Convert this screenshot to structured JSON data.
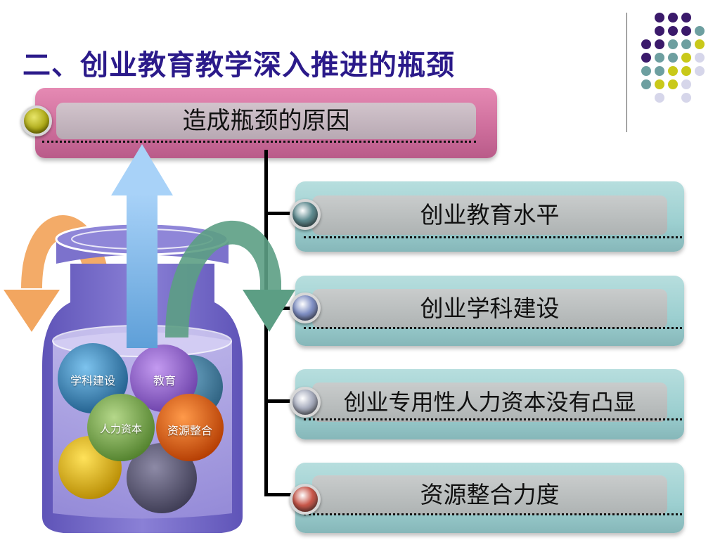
{
  "title": "二、创业教育教学深入推进的瓶颈",
  "header": {
    "label": "造成瓶颈的原因"
  },
  "reasons": [
    {
      "label": "创业教育水平",
      "bullet_color": "#5d8a8f"
    },
    {
      "label": "创业学科建设",
      "bullet_color": "#7f8fc4"
    },
    {
      "label": "创业专用性人力资本没有凸显",
      "bullet_color": "#a9aebf"
    },
    {
      "label": "资源整合力度",
      "bullet_color": "#c9574a"
    }
  ],
  "jar_balls": [
    {
      "label": "学科建设",
      "color": "#3d8fc4"
    },
    {
      "label": "教育",
      "color": "#9b6bd0"
    },
    {
      "label": "人力资本",
      "color": "#7dab4e"
    },
    {
      "label": "资源整合",
      "color": "#e65a0c"
    }
  ],
  "colors": {
    "title": "#2b1a8a",
    "header_box": "#d77aa6",
    "reason_box": "#9ccfd0",
    "deco_purple": "#3b1a6b",
    "deco_teal": "#6d9fa0",
    "deco_yellow": "#c9c91a",
    "deco_lavender": "#d6d6ea"
  }
}
